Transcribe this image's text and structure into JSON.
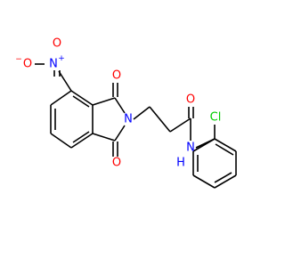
{
  "colors": {
    "bond": "#000000",
    "oxygen": "#ff0000",
    "nitrogen": "#0000ff",
    "chlorine": "#00cc00",
    "background": "#ffffff"
  },
  "labels": {
    "nitro_oxygen_single": "O",
    "nitro_oxygen_single_charge": "−",
    "nitro_nitrogen": "N",
    "nitro_nitrogen_charge": "+",
    "nitro_oxygen_double": "O",
    "imide_oxygen_top": "O",
    "imide_nitrogen": "N",
    "imide_oxygen_bottom": "O",
    "amide_oxygen": "O",
    "amide_nh": "N",
    "amide_nh_hydrogen": "H",
    "chlorine": "Cl"
  }
}
